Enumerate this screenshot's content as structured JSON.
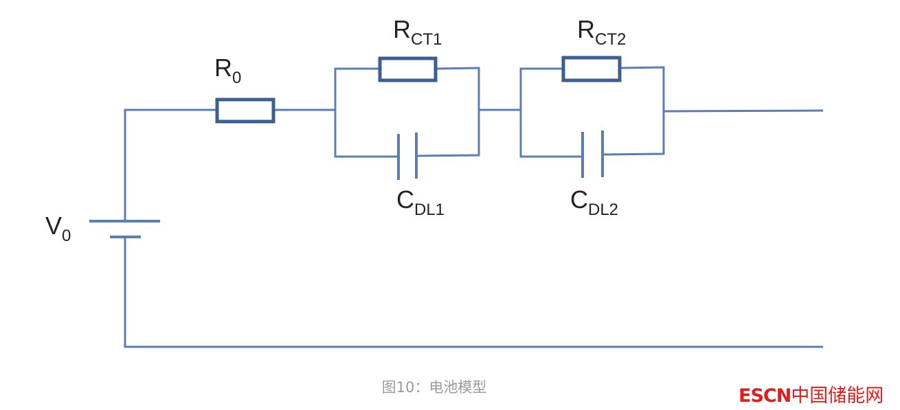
{
  "diagram": {
    "components": {
      "r0": {
        "letter": "R",
        "sub": "0"
      },
      "rct1": {
        "letter": "R",
        "sub": "CT1"
      },
      "rct2": {
        "letter": "R",
        "sub": "CT2"
      },
      "cdl1": {
        "letter": "C",
        "sub": "DL1"
      },
      "cdl2": {
        "letter": "C",
        "sub": "DL2"
      },
      "v0": {
        "letter": "V",
        "sub": "0"
      }
    },
    "colors": {
      "wire": "#5a7db3",
      "resistor": "#3d5f8f"
    }
  },
  "caption": "图10：电池模型",
  "logo": {
    "latin": "ESCN",
    "cjk": "中国储能网",
    "color": "#e01e1e"
  }
}
